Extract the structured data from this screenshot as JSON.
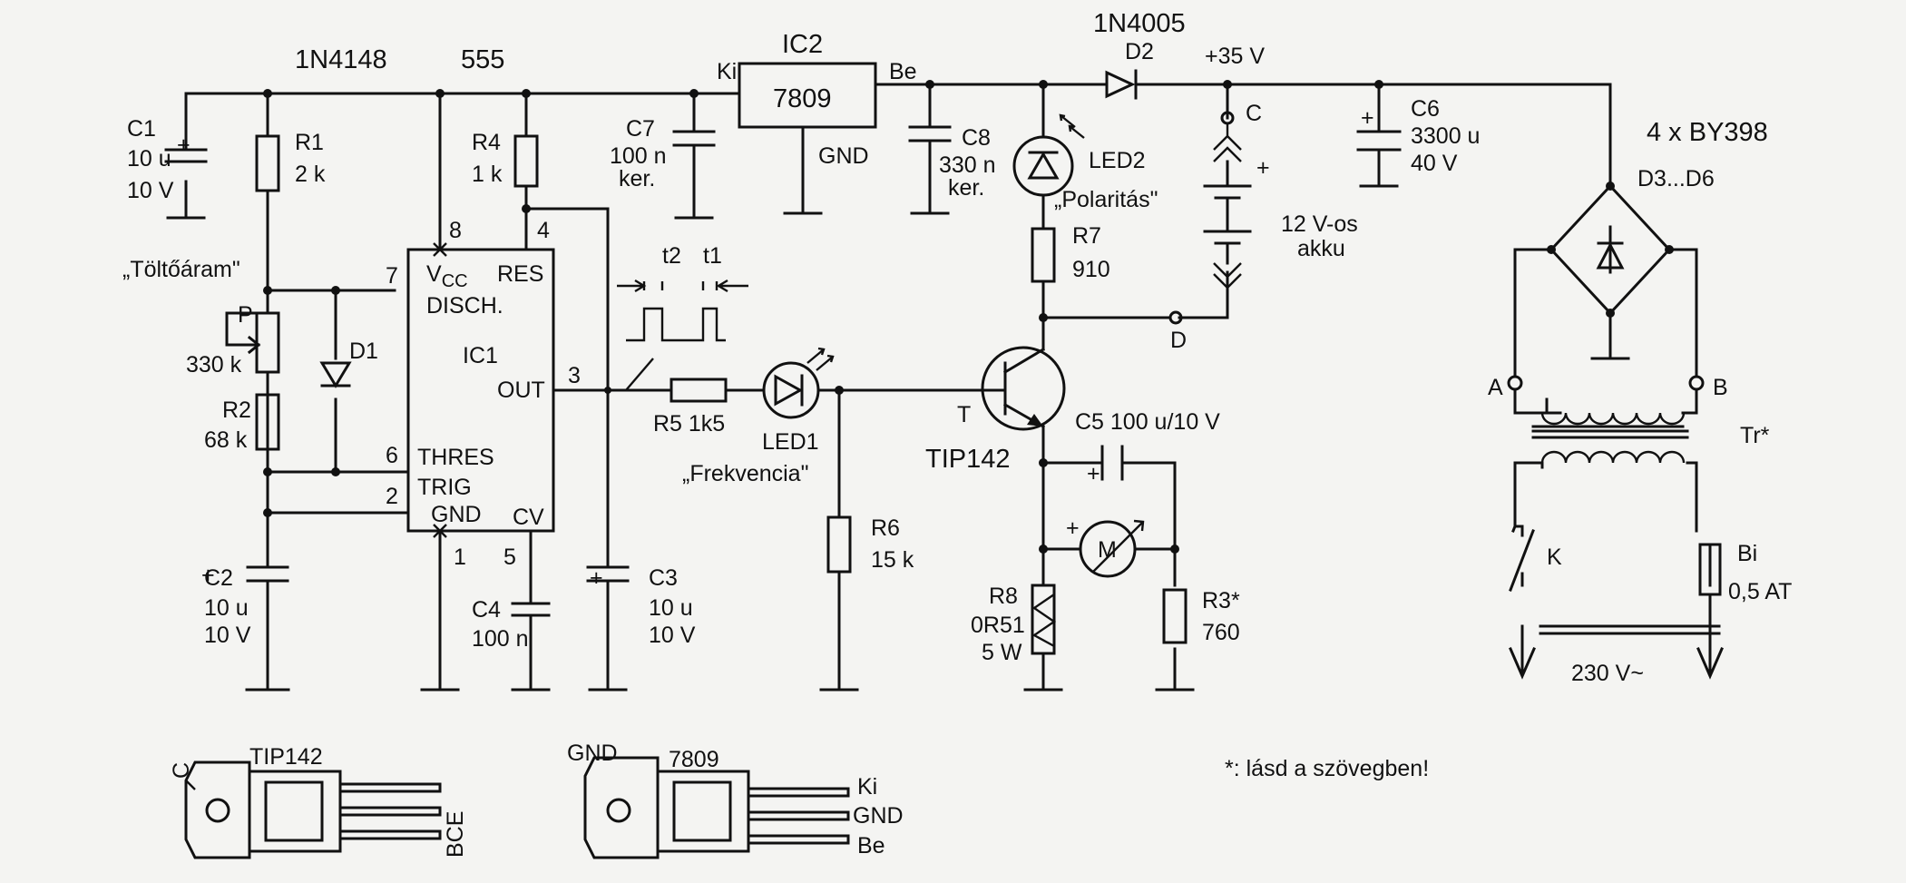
{
  "labels": {
    "diode_1n4148": "1N4148",
    "ic_555": "555",
    "ic2": "IC2",
    "reg_ki": "Ki",
    "reg_be": "Be",
    "reg_7809": "7809",
    "reg_gnd": "GND",
    "d2_type": "1N4005",
    "d2": "D2",
    "plus35": "+35 V",
    "bridge": "4 x BY398",
    "d3d6": "D3...D6",
    "c1": "C1",
    "c1_val": "10 u",
    "c1_v": "10 V",
    "r1": "R1",
    "r1_val": "2 k",
    "r4": "R4",
    "r4_val": "1 k",
    "c7": "C7",
    "c7_val": "100 n",
    "c7_ker": "ker.",
    "c8": "C8",
    "c8_val": "330 n",
    "c8_ker": "ker.",
    "led2": "LED2",
    "polaritas": "„Polaritás\"",
    "r7": "R7",
    "r7_val": "910",
    "term_c": "C",
    "term_d": "D",
    "batt_plus": "+",
    "akku1": "12 V-os",
    "akku2": "akku",
    "c6": "C6",
    "c6_val": "3300 u",
    "c6_v": "40 V",
    "toltoaram": "„Töltőáram\"",
    "p": "P",
    "p_val": "330 k",
    "r2": "R2",
    "r2_val": "68 k",
    "d1": "D1",
    "pin8": "8",
    "pin4": "4",
    "pin7": "7",
    "pin3": "3",
    "pin6": "6",
    "pin2": "2",
    "pin1": "1",
    "pin5": "5",
    "vcc": "V",
    "vcc_sub": "CC",
    "res": "RES",
    "disch": "DISCH.",
    "ic1": "IC1",
    "out": "OUT",
    "thres": "THRES",
    "trig": "TRIG",
    "gnd": "GND",
    "cv": "CV",
    "t2": "t2",
    "t1": "t1",
    "r5": "R5 1k5",
    "led1": "LED1",
    "frekvencia": "„Frekvencia\"",
    "r6": "R6",
    "r6_val": "15 k",
    "t": "T",
    "tip142": "TIP142",
    "c5": "C5  100 u/10 V",
    "c5_plus": "+",
    "m": "M",
    "m_plus": "+",
    "r8": "R8",
    "r8_val": "0R51",
    "r8_w": "5 W",
    "r3": "R3*",
    "r3_val": "760",
    "c2": "C2",
    "c2_val": "10 u",
    "c2_v": "10 V",
    "c4": "C4",
    "c4_val": "100 n",
    "c3": "C3",
    "c3_val": "10 u",
    "c3_v": "10 V",
    "term_a": "A",
    "term_b": "B",
    "tr": "Tr*",
    "k": "K",
    "bi": "Bi",
    "bi_val": "0,5 AT",
    "mains": "230 V~",
    "note": "*: lásd a szövegben!",
    "pkg1_c": "C",
    "pkg1_name": "TIP142",
    "pkg1_bce": "BCE",
    "pkg2_gnd": "GND",
    "pkg2_name": "7809",
    "pkg2_ki": "Ki",
    "pkg2_gndpin": "GND",
    "pkg2_be": "Be"
  }
}
